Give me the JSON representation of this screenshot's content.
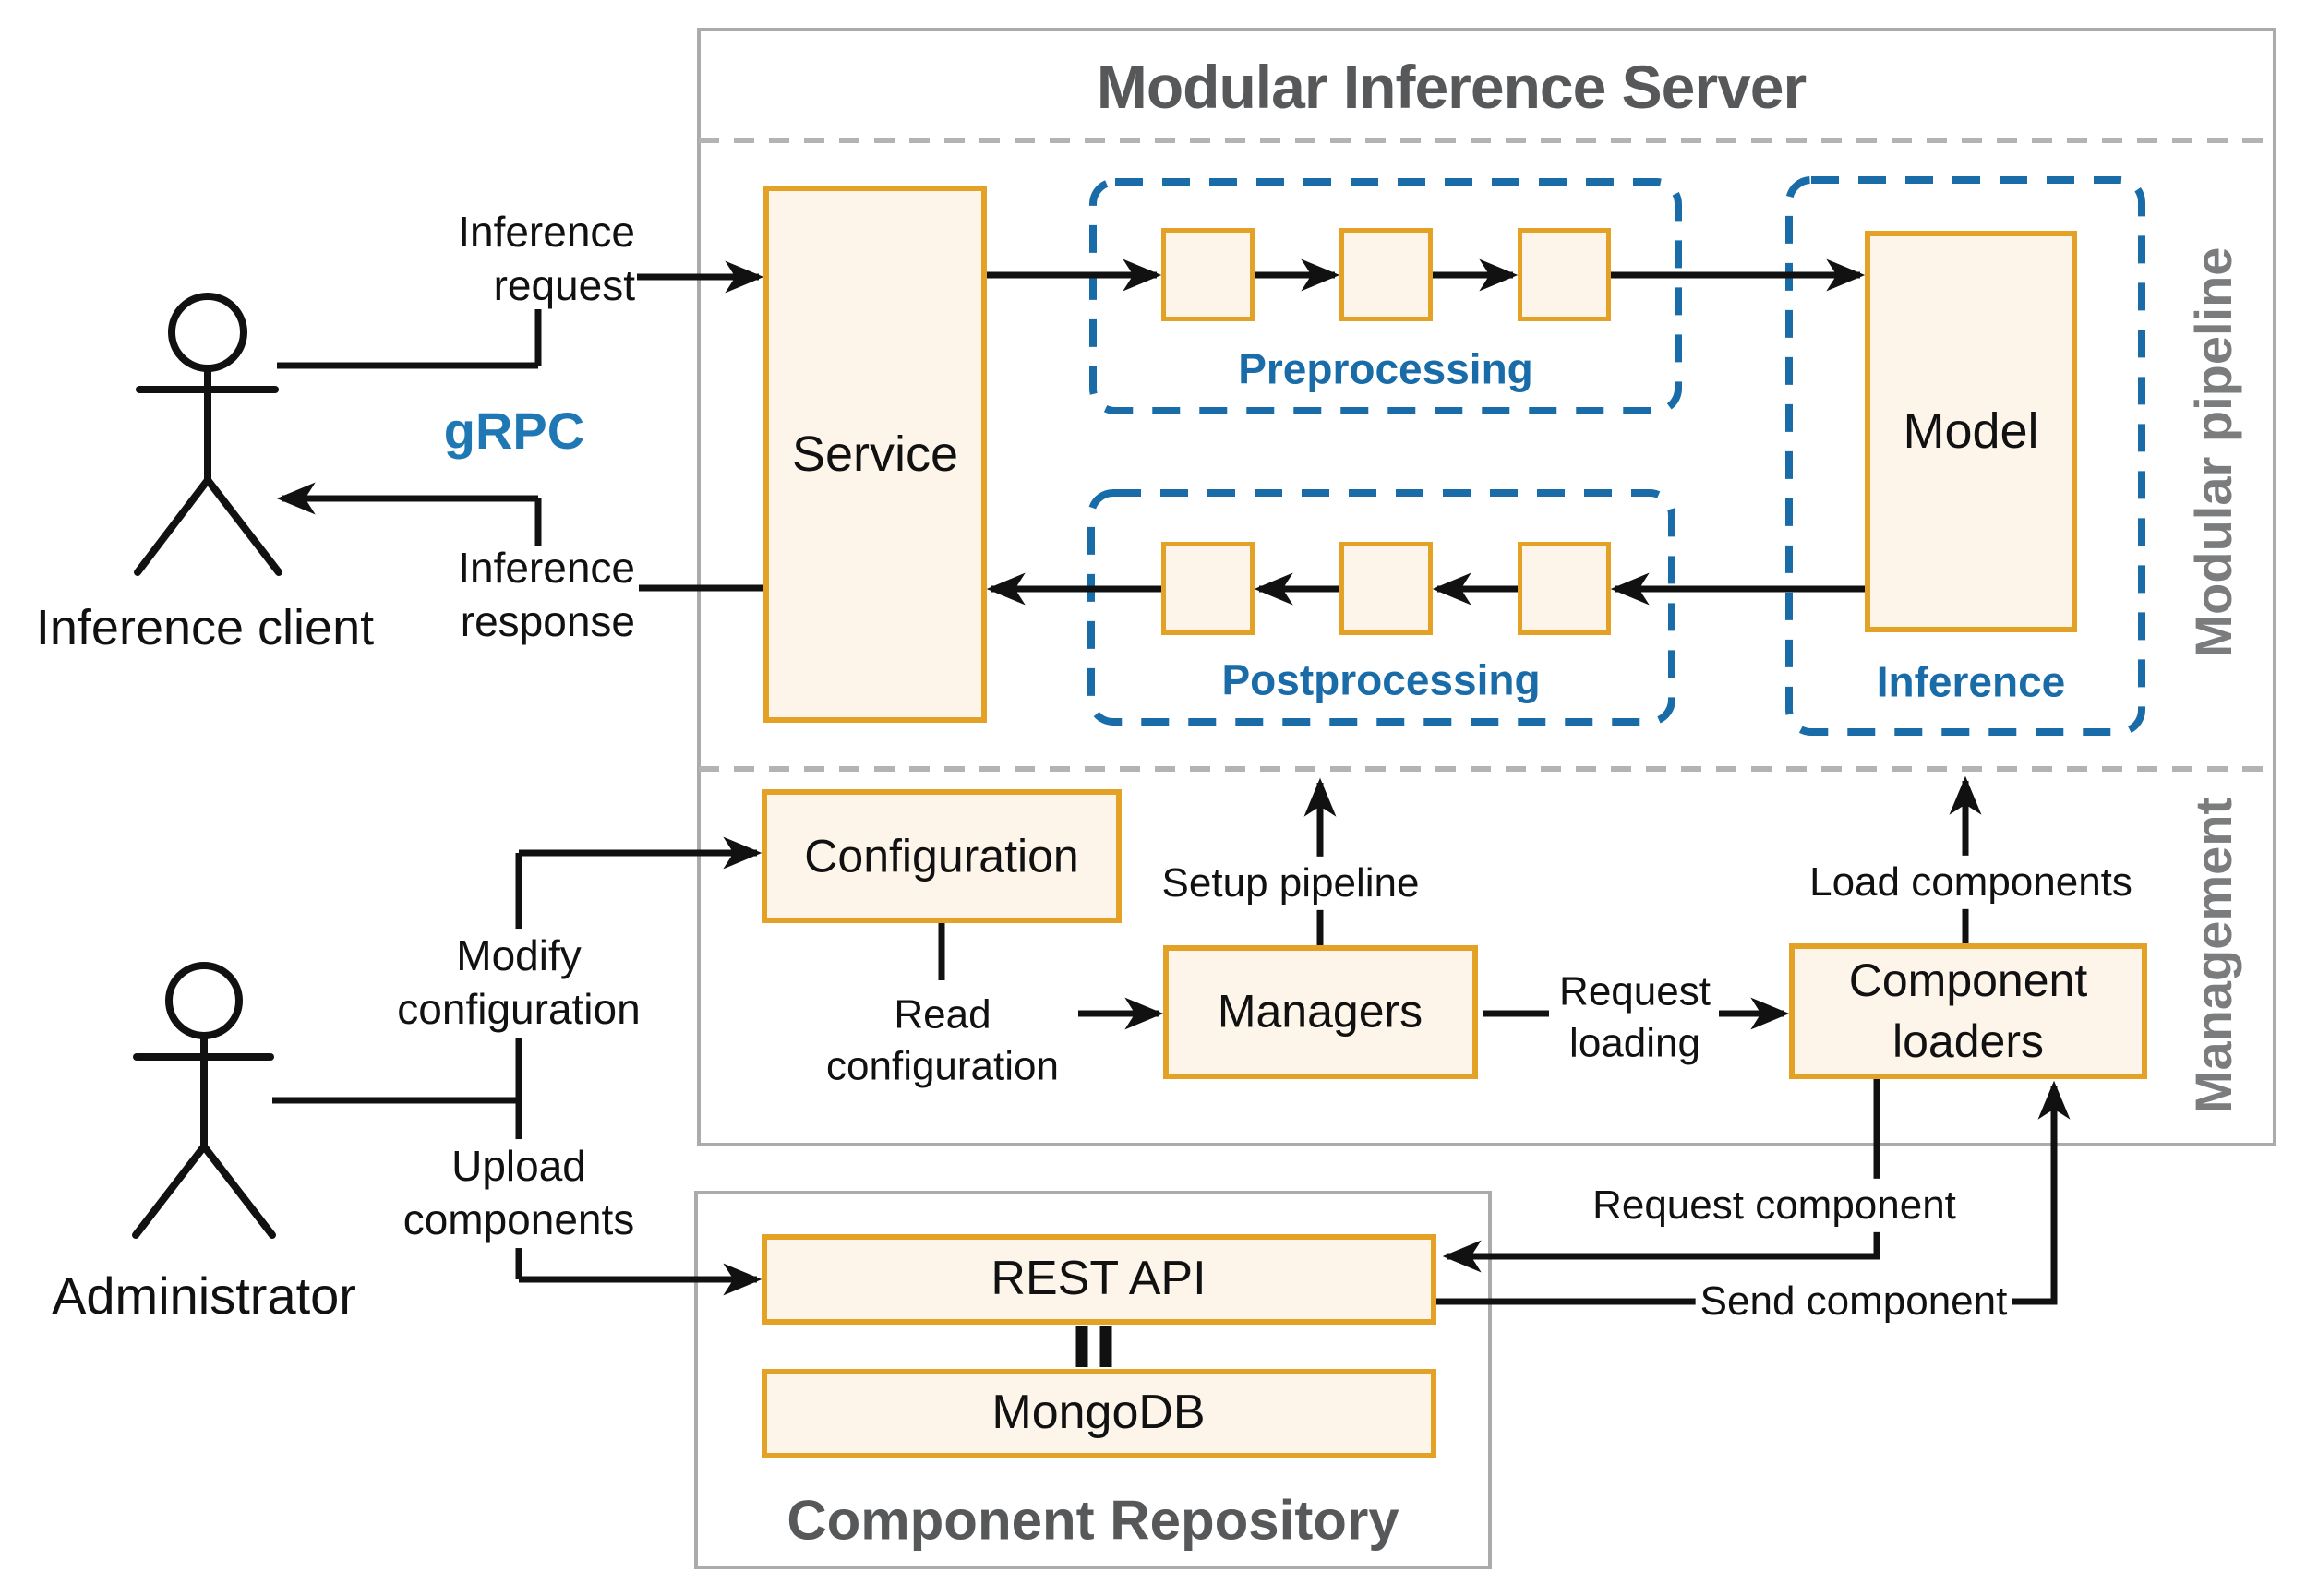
{
  "colors": {
    "accent_orange": "#e3a126",
    "box_fill": "#fdf5ea",
    "accent_blue": "#1a6ca9",
    "frame_gray": "#ababab",
    "heading_gray": "#57585a",
    "side_label_gray": "#7b7c7e",
    "line_black": "#111111"
  },
  "title": "Modular Inference Server",
  "actors": {
    "client": {
      "label": "Inference client"
    },
    "admin": {
      "label": "Administrator"
    }
  },
  "edges": {
    "request": [
      "Inference",
      "request"
    ],
    "response": [
      "Inference",
      "response"
    ],
    "grpc": "gRPC",
    "modify": [
      "Modify",
      "configuration"
    ],
    "upload": [
      "Upload",
      "components"
    ],
    "read_config": [
      "Read",
      "configuration"
    ],
    "setup_pipeline": "Setup pipeline",
    "request_loading": [
      "Request",
      "loading"
    ],
    "load_components": "Load components",
    "request_component": "Request component",
    "send_component": "Send component"
  },
  "pipeline": {
    "section_label": "Modular pipeline",
    "service": "Service",
    "preprocessing": "Preprocessing",
    "postprocessing": "Postprocessing",
    "inference": "Inference",
    "model": "Model"
  },
  "management": {
    "section_label": "Management",
    "configuration": "Configuration",
    "managers": "Managers",
    "component_loaders": [
      "Component",
      "loaders"
    ]
  },
  "repository": {
    "label": "Component Repository",
    "rest_api": "REST API",
    "mongodb": "MongoDB"
  }
}
